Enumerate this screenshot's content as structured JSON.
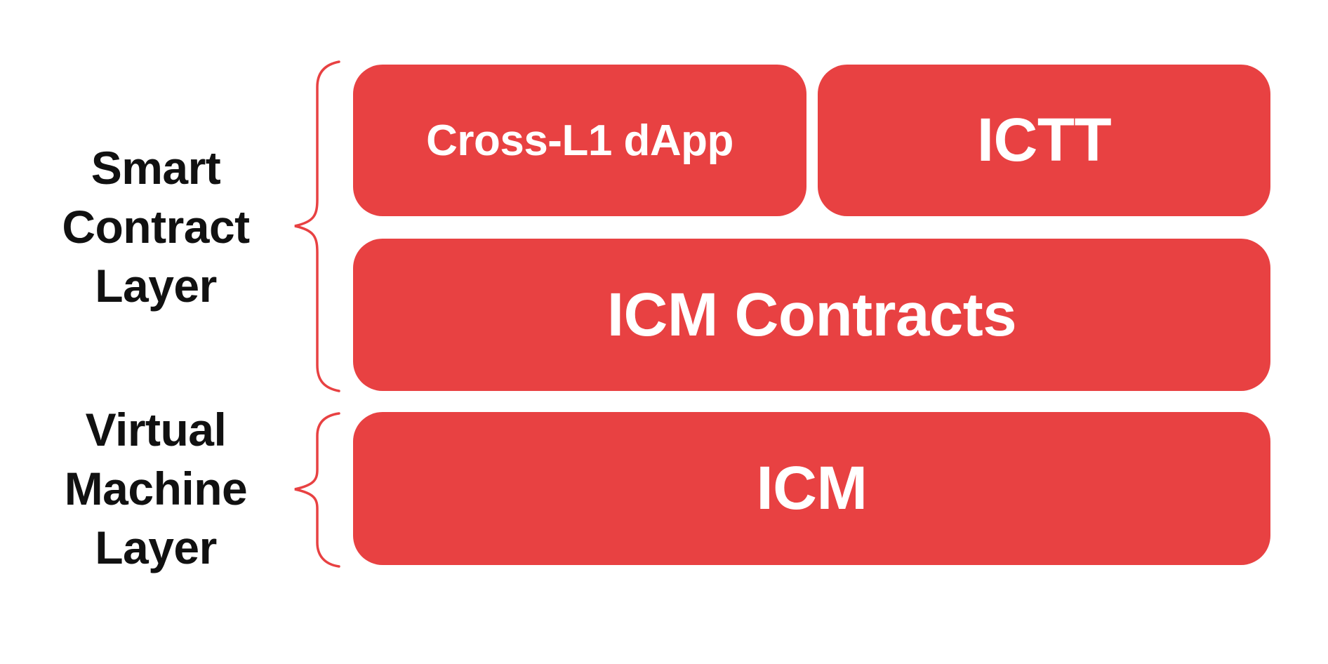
{
  "layers": {
    "smart_contract": {
      "label_lines": [
        "Smart",
        "Contract",
        "Layer"
      ]
    },
    "virtual_machine": {
      "label_lines": [
        "Virtual",
        "Machine",
        "Layer"
      ]
    }
  },
  "boxes": {
    "cross_l1_dapp": {
      "label": "Cross-L1 dApp"
    },
    "ictt": {
      "label": "ICTT"
    },
    "icm_contracts": {
      "label": "ICM Contracts"
    },
    "icm": {
      "label": "ICM"
    }
  },
  "colors": {
    "box_fill": "#E84142",
    "box_text": "#FFFFFF",
    "brace_stroke": "#E84142",
    "label_text": "#111111",
    "background": "#FFFFFF"
  }
}
